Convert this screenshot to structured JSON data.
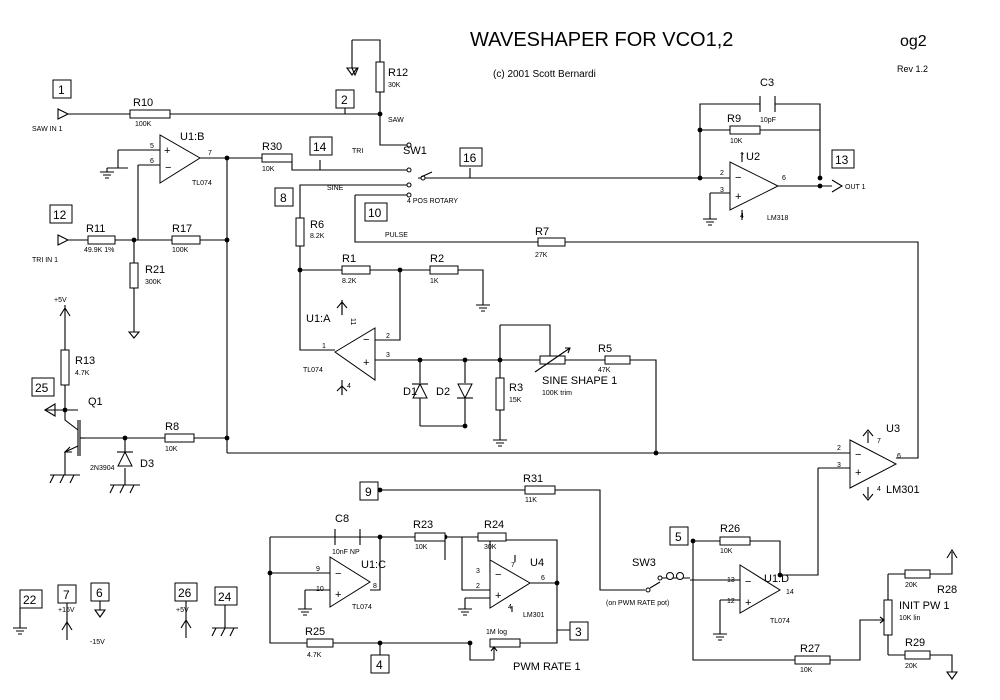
{
  "title": "WAVESHAPER FOR VCO1,2",
  "sheet_id": "og2",
  "copyright": "(c) 2001 Scott Bernardi",
  "revision": "Rev 1.2",
  "components": {
    "R10": {
      "ref": "R10",
      "value": "100K"
    },
    "R11": {
      "ref": "R11",
      "value": "49.9K 1%"
    },
    "R12": {
      "ref": "R12",
      "value": "30K"
    },
    "R13": {
      "ref": "R13",
      "value": "4.7K"
    },
    "R17": {
      "ref": "R17",
      "value": "100K"
    },
    "R21": {
      "ref": "R21",
      "value": "300K"
    },
    "R30": {
      "ref": "R30",
      "value": "10K"
    },
    "R6": {
      "ref": "R6",
      "value": "8.2K"
    },
    "R1": {
      "ref": "R1",
      "value": "8.2K"
    },
    "R2": {
      "ref": "R2",
      "value": "1K"
    },
    "R3": {
      "ref": "R3",
      "value": "15K"
    },
    "R5": {
      "ref": "R5",
      "value": "47K"
    },
    "R7": {
      "ref": "R7",
      "value": "27K"
    },
    "R8": {
      "ref": "R8",
      "value": "10K"
    },
    "R9": {
      "ref": "R9",
      "value": "10K"
    },
    "R31": {
      "ref": "R31",
      "value": "11K"
    },
    "R23": {
      "ref": "R23",
      "value": "10K"
    },
    "R24": {
      "ref": "R24",
      "value": "30K"
    },
    "R25": {
      "ref": "R25",
      "value": "4.7K"
    },
    "R26": {
      "ref": "R26",
      "value": "10K"
    },
    "R27": {
      "ref": "R27",
      "value": "10K"
    },
    "R28": {
      "ref": "R28",
      "value": "20K"
    },
    "R29": {
      "ref": "R29",
      "value": "20K"
    },
    "C3": {
      "ref": "C3",
      "value": "10pF"
    },
    "C8": {
      "ref": "C8",
      "value": "10nF NP"
    },
    "U1B": {
      "ref": "U1:B",
      "value": "TL074"
    },
    "U1A": {
      "ref": "U1:A",
      "value": "TL074"
    },
    "U1C": {
      "ref": "U1:C",
      "value": "TL074"
    },
    "U1D": {
      "ref": "U1:D",
      "value": "TL074"
    },
    "U2": {
      "ref": "U2",
      "value": "LM318"
    },
    "U3": {
      "ref": "U3",
      "value": "LM301"
    },
    "U4": {
      "ref": "U4",
      "value": "LM301"
    },
    "Q1": {
      "ref": "Q1",
      "value": "2N3904"
    },
    "D1": {
      "ref": "D1"
    },
    "D2": {
      "ref": "D2"
    },
    "D3": {
      "ref": "D3"
    },
    "SW1": {
      "ref": "SW1",
      "value": "4 POS ROTARY"
    },
    "SW3": {
      "ref": "SW3",
      "value": "(on PWM RATE pot)"
    },
    "SINE_SHAPE": {
      "ref": "SINE SHAPE 1",
      "value": "100K trim"
    },
    "PWM_RATE": {
      "ref": "PWM RATE 1",
      "value": "1M log"
    },
    "INIT_PW": {
      "ref": "INIT PW 1",
      "value": "10K lin"
    }
  },
  "nodes": {
    "n1": "1",
    "n2": "2",
    "n3": "3",
    "n4": "4",
    "n5": "5",
    "n6": "6",
    "n7": "7",
    "n8": "8",
    "n9": "9",
    "n10": "10",
    "n12": "12",
    "n13": "13",
    "n14": "14",
    "n16": "16",
    "n22": "22",
    "n24": "24",
    "n25": "25",
    "n26": "26"
  },
  "net_labels": {
    "saw_in": "SAW IN 1",
    "tri_in": "TRI IN 1",
    "out": "OUT 1",
    "saw": "SAW",
    "tri": "TRI",
    "sine": "SINE",
    "pulse": "PULSE",
    "p15v": "+15V",
    "m15v": "-15V",
    "p5v_a": "+5V",
    "p5v_b": "+5V"
  },
  "pin_numbers": {
    "u1b": [
      "5",
      "6",
      "7"
    ],
    "u1a": [
      "1",
      "2",
      "3",
      "11",
      "4"
    ],
    "u2": [
      "2",
      "3",
      "6",
      "7",
      "4"
    ],
    "u3": [
      "2",
      "3",
      "6",
      "7",
      "4"
    ],
    "u1c": [
      "9",
      "10",
      "8"
    ],
    "u4": [
      "3",
      "2",
      "6",
      "7",
      "4"
    ],
    "u1d": [
      "13",
      "12",
      "14"
    ]
  }
}
